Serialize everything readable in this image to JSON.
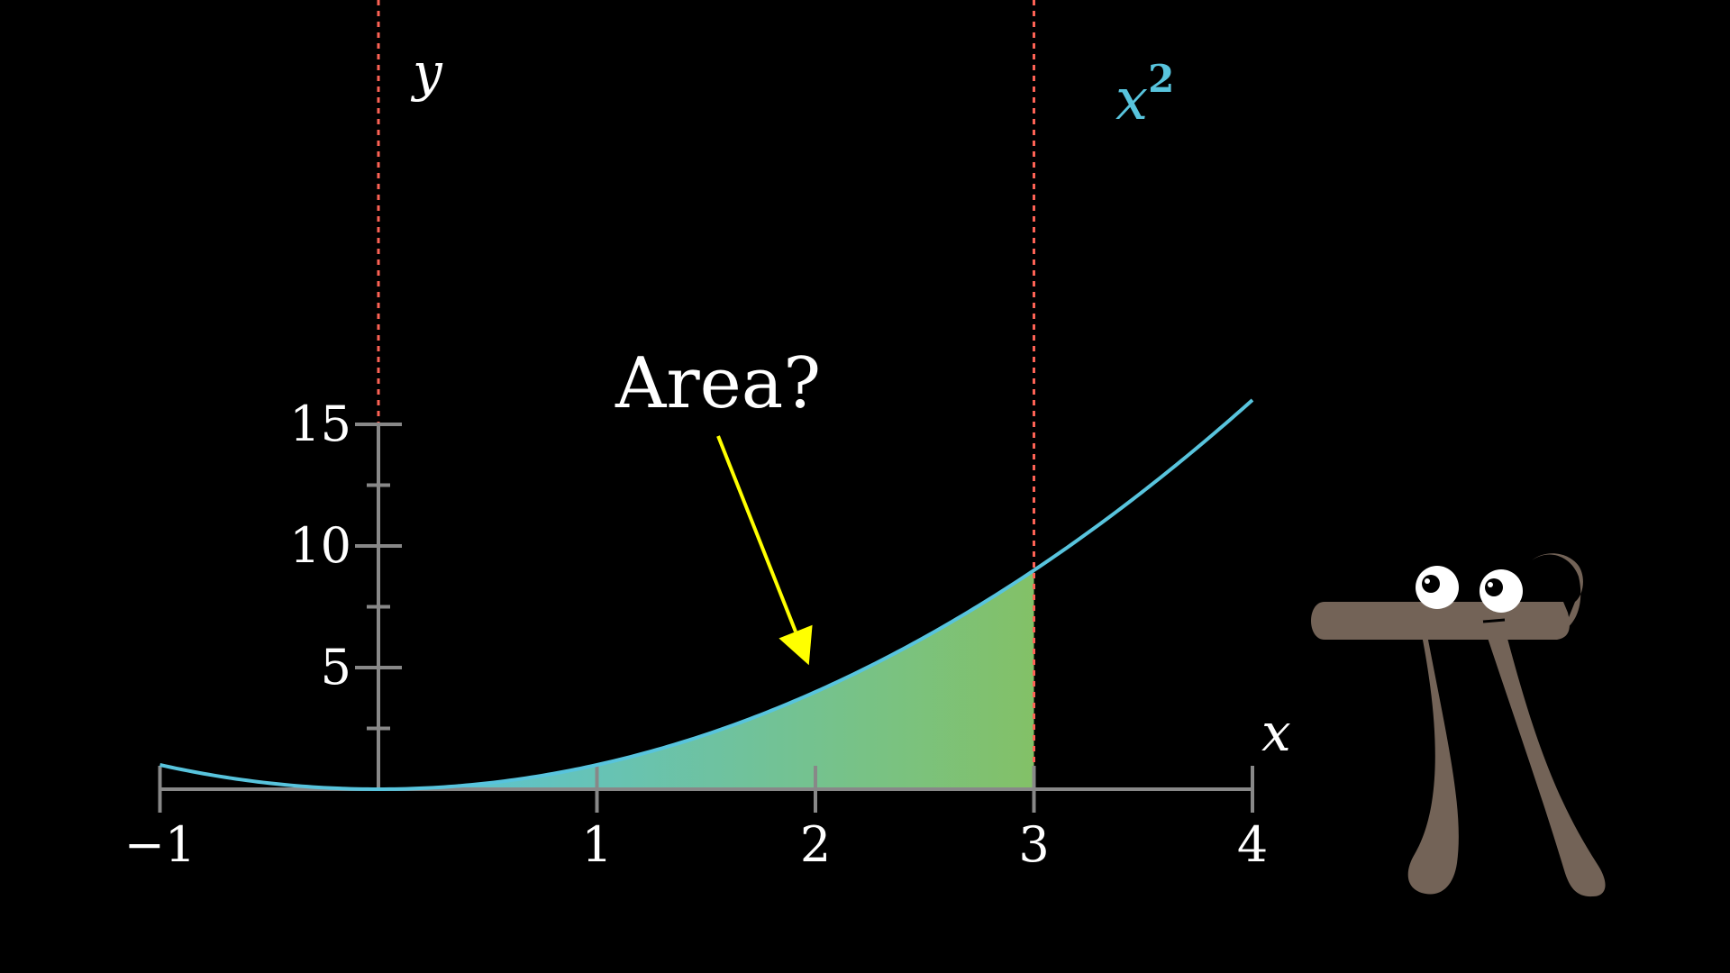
{
  "chart_data": {
    "type": "line",
    "function_label_base": "x",
    "function_label_exp": "2",
    "x": [
      -1,
      -0.75,
      -0.5,
      -0.25,
      0,
      0.25,
      0.5,
      0.75,
      1,
      1.25,
      1.5,
      1.75,
      2,
      2.25,
      2.5,
      2.75,
      3,
      3.25,
      3.5,
      3.75,
      4
    ],
    "y": [
      1,
      0.5625,
      0.25,
      0.0625,
      0,
      0.0625,
      0.25,
      0.5625,
      1,
      1.5625,
      2.25,
      3.0625,
      4,
      5.0625,
      6.25,
      7.5625,
      9,
      10.5625,
      12.25,
      14.0625,
      16
    ],
    "xlim": [
      -1,
      4
    ],
    "ylim": [
      0,
      15
    ],
    "xlabel": "x",
    "ylabel": "y",
    "x_tick_labels": [
      {
        "value": -1,
        "text": "−1"
      },
      {
        "value": 1,
        "text": "1"
      },
      {
        "value": 2,
        "text": "2"
      },
      {
        "value": 3,
        "text": "3"
      },
      {
        "value": 4,
        "text": "4"
      }
    ],
    "y_tick_labels": [
      {
        "value": 5,
        "text": "5"
      },
      {
        "value": 10,
        "text": "10"
      },
      {
        "value": 15,
        "text": "15"
      }
    ],
    "y_minor_ticks": [
      2.5,
      7.5,
      12.5
    ],
    "shaded_region": {
      "from": 0,
      "to": 3
    },
    "dashed_vertical_lines": [
      0,
      3
    ],
    "annotation": {
      "text": "Area?",
      "arrow_target": {
        "x": 1.97,
        "y": 5.1
      }
    },
    "grid": false
  },
  "colors": {
    "curve": "#58C4DD",
    "axis": "#888888",
    "dashed": "#FC6255",
    "arrow": "#FFFF00",
    "fill_start": "#58C4DD",
    "fill_end": "#83C167",
    "pi_body": "#736357",
    "text": "#FFFFFF"
  },
  "character": {
    "name": "pi-creature"
  }
}
